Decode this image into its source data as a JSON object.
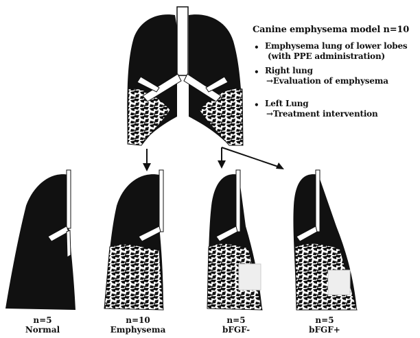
{
  "model": {
    "title": "Canine emphysema model   n=10",
    "bullet_char": "•",
    "notes": [
      {
        "lines": [
          "Emphysema lung of lower lobes",
          "(with PPE administration)"
        ]
      },
      {
        "lines": [
          "Right lung",
          "→Evaluation of emphysema"
        ]
      },
      {
        "lines": [
          "Left Lung",
          "→Treatment intervention"
        ]
      }
    ]
  },
  "groups": [
    {
      "n": "n=5",
      "label": "Normal"
    },
    {
      "n": "n=10",
      "label": "Emphysema"
    },
    {
      "n": "n=5",
      "label": "bFGF-"
    },
    {
      "n": "n=5",
      "label": "bFGF+"
    }
  ],
  "colors": {
    "ink": "#111111",
    "background": "#ffffff",
    "treatment_patch": "#eeeeee"
  }
}
